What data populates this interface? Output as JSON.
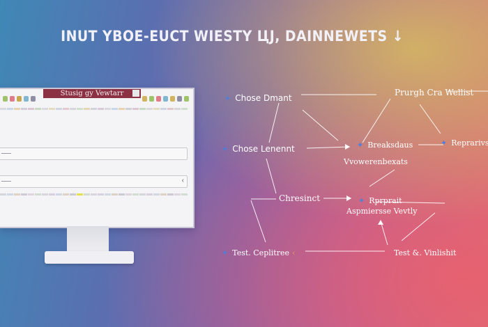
{
  "headline": "INUT YBOE-EUCT WIESTY ЦJ, DAINNEWETS ↓",
  "monitor": {
    "app_title": "Stusig gy   Vewtarr"
  },
  "diagram": {
    "nodes": {
      "choose_dmant": "Chose Dmant",
      "prurgh": "Prurgh Cra Wellist",
      "chose_lenennt": "Chose Lenennt",
      "breaksdaus": "Breaksdaus",
      "reprarivs": "Reprarivs",
      "vvowerenbexats": "Vvowerenbexats",
      "chresinct": "Chresinct",
      "rprprait": "Rprprait",
      "aspmierse": "Aspmiersse Vevtly",
      "test_cepltree": "Test. Ceplitree",
      "test_vinlishit": "Test &. Vinlishit"
    },
    "icons": {
      "choose_dmant": "sparkle-icon",
      "chose_lenennt": "sparkle-icon",
      "breaksdaus": "sparkle-icon",
      "reprarivs": "sparkle-icon",
      "rprprait": "sparkle-icon",
      "test_cepltree": "sparkle-icon"
    },
    "colors": {
      "icon": "#4f7fd8",
      "lines": "#ffffff",
      "accent": "#8c3044"
    }
  }
}
